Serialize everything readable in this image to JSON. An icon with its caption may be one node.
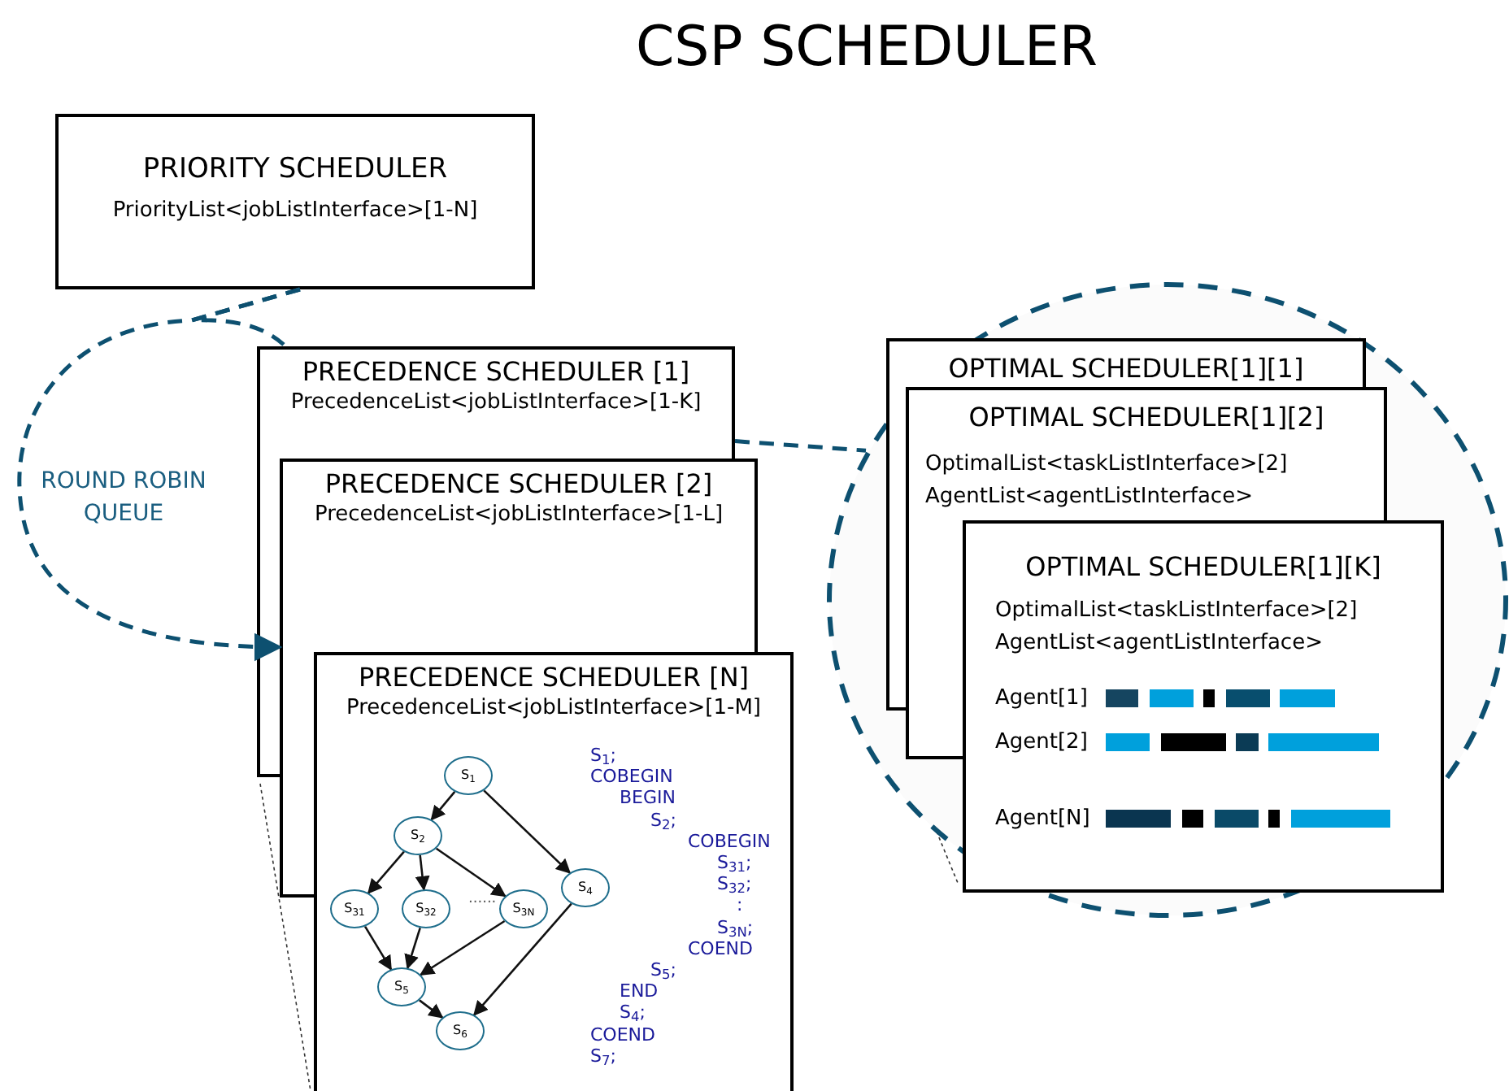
{
  "diagram": {
    "title": "CSP SCHEDULER",
    "nodes": [
      {
        "text": [
          "PRIORITY SCHEDULER",
          "PriorityList<jobListInterface>[1-N]"
        ]
      },
      {
        "text": [
          "PRECEDENCE SCHEDULER [1]",
          "PrecedenceList<jobListInterface>[1-K]"
        ]
      },
      {
        "text": [
          "PRECEDENCE SCHEDULER [2]",
          "PrecedenceList<jobListInterface>[1-L]"
        ]
      },
      {
        "text": [
          "PRECEDENCE SCHEDULER [N]",
          "PrecedenceList<jobListInterface>[1-M]"
        ]
      },
      {
        "text": [],
        "shape": "circle"
      },
      {
        "text": [
          "OPTIMAL SCHEDULER[1][1]"
        ],
        "in": 4
      },
      {
        "text": [
          "OPTIMAL SCHEDULER[1][2]",
          "OptimalList<taskListInterface>[2]",
          "AgentList<agentListInterface>"
        ],
        "in": 4
      },
      {
        "text": [
          "OPTIMAL SCHEDULER[1][K]",
          "OptimalList<taskListInterface>[2]",
          "AgentList<agentListInterface>",
          "Agent[1]",
          "Agent[2]",
          "Agent[N]"
        ],
        "in": 4
      },
      {
        "text": [
          "S$_{1}$"
        ],
        "in": 3
      },
      {
        "text": [
          "S$_{2}$"
        ],
        "in": 3
      },
      {
        "text": [
          "S$_{31}$"
        ],
        "in": 3
      },
      {
        "text": [
          "S$_{32}$"
        ],
        "in": 3
      },
      {
        "text": [
          "S$_{3N}$"
        ],
        "in": 3
      },
      {
        "text": [
          "S$_{4}$"
        ],
        "in": 3
      },
      {
        "text": [
          "S$_{5}$"
        ],
        "in": 3
      },
      {
        "text": [
          "S$_{6}$"
        ],
        "in": 3
      }
    ],
    "edges": [
      {
        "from": 0,
        "to": 1,
        "arrow": "none",
        "style": "dashed",
        "color": "#0d5070"
      },
      {
        "from": 0,
        "to": 2,
        "arrow": "to",
        "label": "ROUND ROBIN QUEUE",
        "style": "dashed",
        "color": "#0d5070"
      },
      {
        "from": 1,
        "to": 4,
        "arrow": "none",
        "style": "dashed",
        "color": "#0d5070"
      },
      {
        "from": 8,
        "to": 9,
        "arrow": "to"
      },
      {
        "from": 8,
        "to": 13,
        "arrow": "to"
      },
      {
        "from": 9,
        "to": 10,
        "arrow": "to"
      },
      {
        "from": 9,
        "to": 11,
        "arrow": "to"
      },
      {
        "from": 9,
        "to": 12,
        "arrow": "to"
      },
      {
        "from": 10,
        "to": 14,
        "arrow": "to"
      },
      {
        "from": 11,
        "to": 14,
        "arrow": "to"
      },
      {
        "from": 12,
        "to": 14,
        "arrow": "to"
      },
      {
        "from": 14,
        "to": 15,
        "arrow": "to"
      },
      {
        "from": 13,
        "to": 15,
        "arrow": "to"
      }
    ],
    "labels": [
      "......",
      "S$_{1}$;",
      "COBEGIN",
      "BEGIN",
      "S$_{2}$;",
      "COBEGIN",
      "S$_{31}$;",
      "S$_{32}$;",
      ":",
      "S$_{3N}$;",
      "COEND",
      "S$_{5}$;",
      "END",
      "S$_{4}$;",
      "COEND",
      "S$_{7}$;"
    ]
  }
}
